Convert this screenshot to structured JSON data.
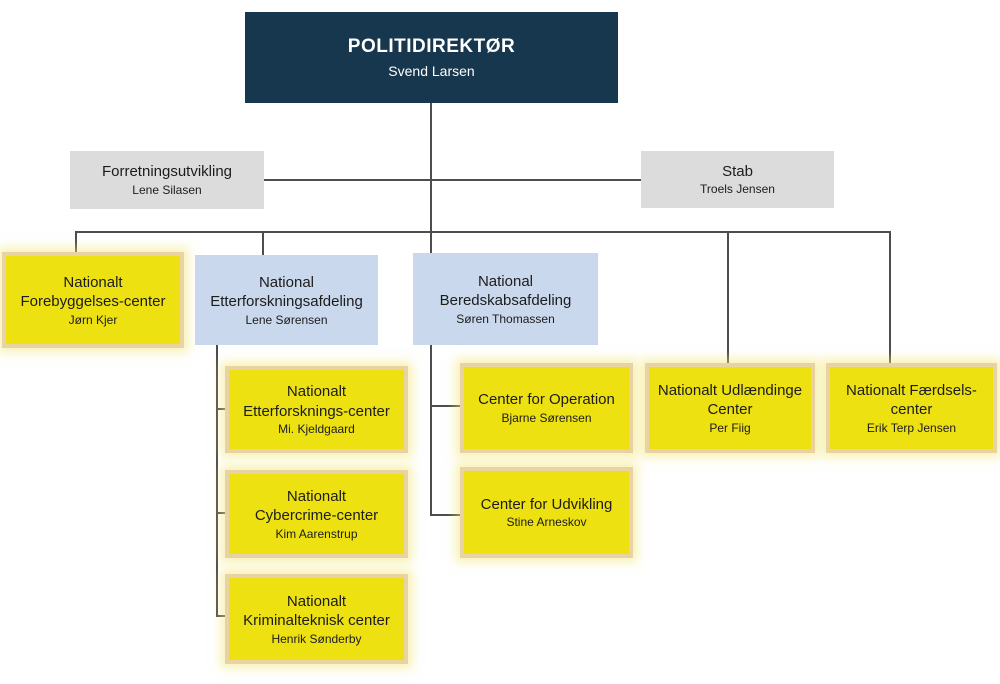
{
  "colors": {
    "root_box": "#17374e",
    "staff_box": "#dcdcdc",
    "department_box": "#c9d8ec",
    "center_box": "#eee112",
    "center_box_border": "#e9d2a4",
    "connector_line": "#4d4d4d",
    "root_text": "#ffffff",
    "text": "#1c1c1c"
  },
  "nodes": {
    "politidirektor": {
      "title": "POLITIDIREKTØR",
      "name": "Svend Larsen"
    },
    "forretningsutvikling": {
      "title": "Forretningsutvikling",
      "name": "Lene Silasen"
    },
    "stab": {
      "title": "Stab",
      "name": "Troels Jensen"
    },
    "forebyggelsescenter": {
      "title": "Nationalt\nForebyggelses-center",
      "name": "Jørn Kjer"
    },
    "etterforskningsafdeling": {
      "title": "National\nEtterforskningsafdeling",
      "name": "Lene Sørensen"
    },
    "beredskabsafdeling": {
      "title": "National\nBeredskabsafdeling",
      "name": "Søren Thomassen"
    },
    "etterforskningscenter": {
      "title": "Nationalt\nEtterforsknings-center",
      "name": "Mi. Kjeldgaard"
    },
    "cybercrimecenter": {
      "title": "Nationalt\nCybercrime-center",
      "name": "Kim Aarenstrup"
    },
    "kriminaltekniskcenter": {
      "title": "Nationalt\nKriminalteknisk center",
      "name": "Henrik Sønderby"
    },
    "centerforoperation": {
      "title": "Center for Operation",
      "name": "Bjarne Sørensen"
    },
    "centerforudvikling": {
      "title": "Center for Udvikling",
      "name": "Stine Arneskov"
    },
    "udlaendingecenter": {
      "title": "Nationalt Udlændinge\nCenter",
      "name": "Per Fiig"
    },
    "faerdselscenter": {
      "title": "Nationalt Færdsels-\ncenter",
      "name": "Erik Terp Jensen"
    }
  },
  "structure": {
    "root": "politidirektor",
    "staff_of_root": [
      "forretningsutvikling",
      "stab"
    ],
    "children_of_root": [
      "forebyggelsescenter",
      "etterforskningsafdeling",
      "beredskabsafdeling",
      "udlaendingecenter",
      "faerdselscenter"
    ],
    "children_of_etterforskningsafdeling": [
      "etterforskningscenter",
      "cybercrimecenter",
      "kriminaltekniskcenter"
    ],
    "children_of_beredskabsafdeling": [
      "centerforoperation",
      "centerforudvikling"
    ]
  }
}
